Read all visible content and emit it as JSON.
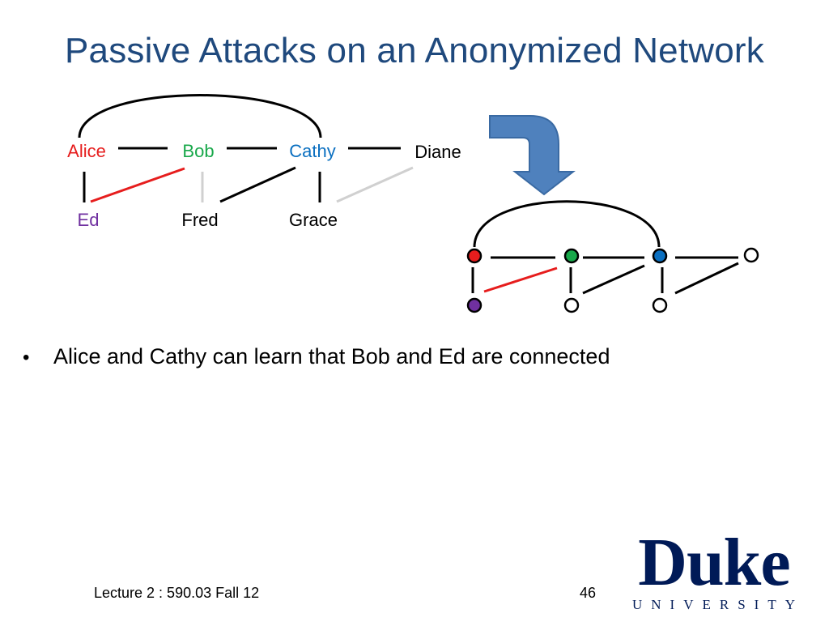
{
  "title": "Passive Attacks on an Anonymized Network",
  "diagram": {
    "people": [
      {
        "id": "alice",
        "name": "Alice",
        "color": "#E61D1D"
      },
      {
        "id": "bob",
        "name": "Bob",
        "color": "#18A84A"
      },
      {
        "id": "cathy",
        "name": "Cathy",
        "color": "#0A6FC0"
      },
      {
        "id": "diane",
        "name": "Diane",
        "color": "#000000"
      },
      {
        "id": "ed",
        "name": "Ed",
        "color": "#7030A0"
      },
      {
        "id": "fred",
        "name": "Fred",
        "color": "#000000"
      },
      {
        "id": "grace",
        "name": "Grace",
        "color": "#000000"
      }
    ],
    "edge_colors": {
      "normal": "#000000",
      "highlight": "#E61D1D",
      "faded": "#D0D0D0"
    },
    "arrow_color": "#4F81BD",
    "anonymized_node_colors": {
      "alice": "#E61D1D",
      "bob": "#18A84A",
      "cathy": "#0A6FC0",
      "ed": "#7030A0",
      "diane": "#FFFFFF",
      "fred": "#FFFFFF",
      "grace": "#FFFFFF"
    }
  },
  "bullets": [
    "Alice and Cathy can learn that Bob and Ed are connected"
  ],
  "footer": {
    "lecture": "Lecture 2 : 590.03 Fall 12",
    "page": "46"
  },
  "logo": {
    "word": "Duke",
    "sub": "UNIVERSITY",
    "color": "#001A57"
  }
}
